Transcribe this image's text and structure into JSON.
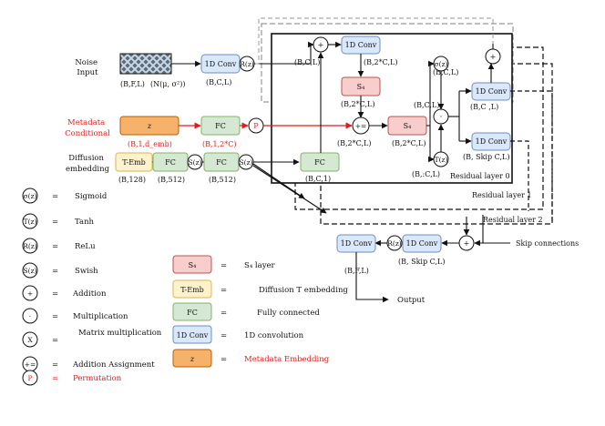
{
  "colors": {
    "conv_fill": "#dae8fc",
    "conv_stroke": "#6c8ebf",
    "s4_fill": "#f8cecc",
    "s4_stroke": "#b85450",
    "fc_fill": "#d5e8d4",
    "fc_stroke": "#82b366",
    "temb_fill": "#fff2cc",
    "temb_stroke": "#d6b656",
    "z_fill": "#f6b26b",
    "z_stroke": "#b45f06",
    "metadata_red": "#e41b1b",
    "dashed_gray": "#999999"
  },
  "inputs": {
    "noise_input": "Noise\nInput",
    "noise_shape": "(B,F,L)",
    "noise_dist": "(N(μ, σ²))",
    "metadata_label": "Metadata\nConditional",
    "diffusion_label": "Diffusion\nembedding"
  },
  "nodes": {
    "conv": "1D Conv",
    "s4": "S₄",
    "fc": "FC",
    "temb": "T-Emb",
    "z": "z",
    "sigmoid": "σ(z)",
    "tanh": "T(z)",
    "relu": "R(z)",
    "swish": "S(z)",
    "plus": "+",
    "dot": "·",
    "times": "X",
    "plus_assign": "+=",
    "perm": "P"
  },
  "shapes": {
    "noise_conv_out": "(B,C,L)",
    "meta_z": "(B,1,d_emb)",
    "meta_fc": "(B,1,2*C)",
    "temb_out": "(B,128)",
    "fc1_out": "(B,512)",
    "fc2_out": "(B,512)",
    "fc3_out": "(B,C,1)",
    "add_top": "(B,C,L)",
    "conv_top": "(B,2*C,L)",
    "s4_1_out": "(B,2*C,L)",
    "plus_assign_out": "(B,2*C,L)",
    "s4_2_out": "(B,2*C,L)",
    "sig_in": "(B,C,L)",
    "tanh_in": "(B,:C,L)",
    "sig_in2": "(B,C,L)",
    "conv_res": "(B,C ,L)",
    "conv_skip": "(B, Skip C,L)",
    "skip_conv_out": "(B, Skip C,L)",
    "final_out": "(B,F,L)"
  },
  "labels": {
    "residual0": "Residual layer 0",
    "residual1": "Residual layer 1",
    "residual2": "Residual layer 2",
    "skip_connections": "Skip connections",
    "output": "Output"
  },
  "legend_left": [
    {
      "symbol": "σ(z)",
      "eq": "=",
      "text": "Sigmoid"
    },
    {
      "symbol": "T(z)",
      "eq": "=",
      "text": "Tanh"
    },
    {
      "symbol": "R(z)",
      "eq": "=",
      "text": "ReLu"
    },
    {
      "symbol": "S(z)",
      "eq": "=",
      "text": "Swish"
    },
    {
      "symbol": "+",
      "eq": "=",
      "text": "Addition"
    },
    {
      "symbol": "·",
      "eq": "=",
      "text": "Multiplication"
    },
    {
      "symbol": "X",
      "eq": "=",
      "text": "Matrix multiplication"
    },
    {
      "symbol": "+=",
      "eq": "=",
      "text": "Addition Assignment"
    },
    {
      "symbol": "P",
      "eq": "=",
      "text": "Permutation"
    }
  ],
  "legend_right": [
    {
      "symbol": "S₄",
      "eq": "=",
      "text": "S₄ layer"
    },
    {
      "symbol": "T-Emb",
      "eq": "=",
      "text": "Diffusion T embedding"
    },
    {
      "symbol": "FC",
      "eq": "=",
      "text": "Fully connected"
    },
    {
      "symbol": "1D Conv",
      "eq": "=",
      "text": "1D convolution"
    },
    {
      "symbol": "z",
      "eq": "=",
      "text": "Metadata Embedding"
    }
  ]
}
